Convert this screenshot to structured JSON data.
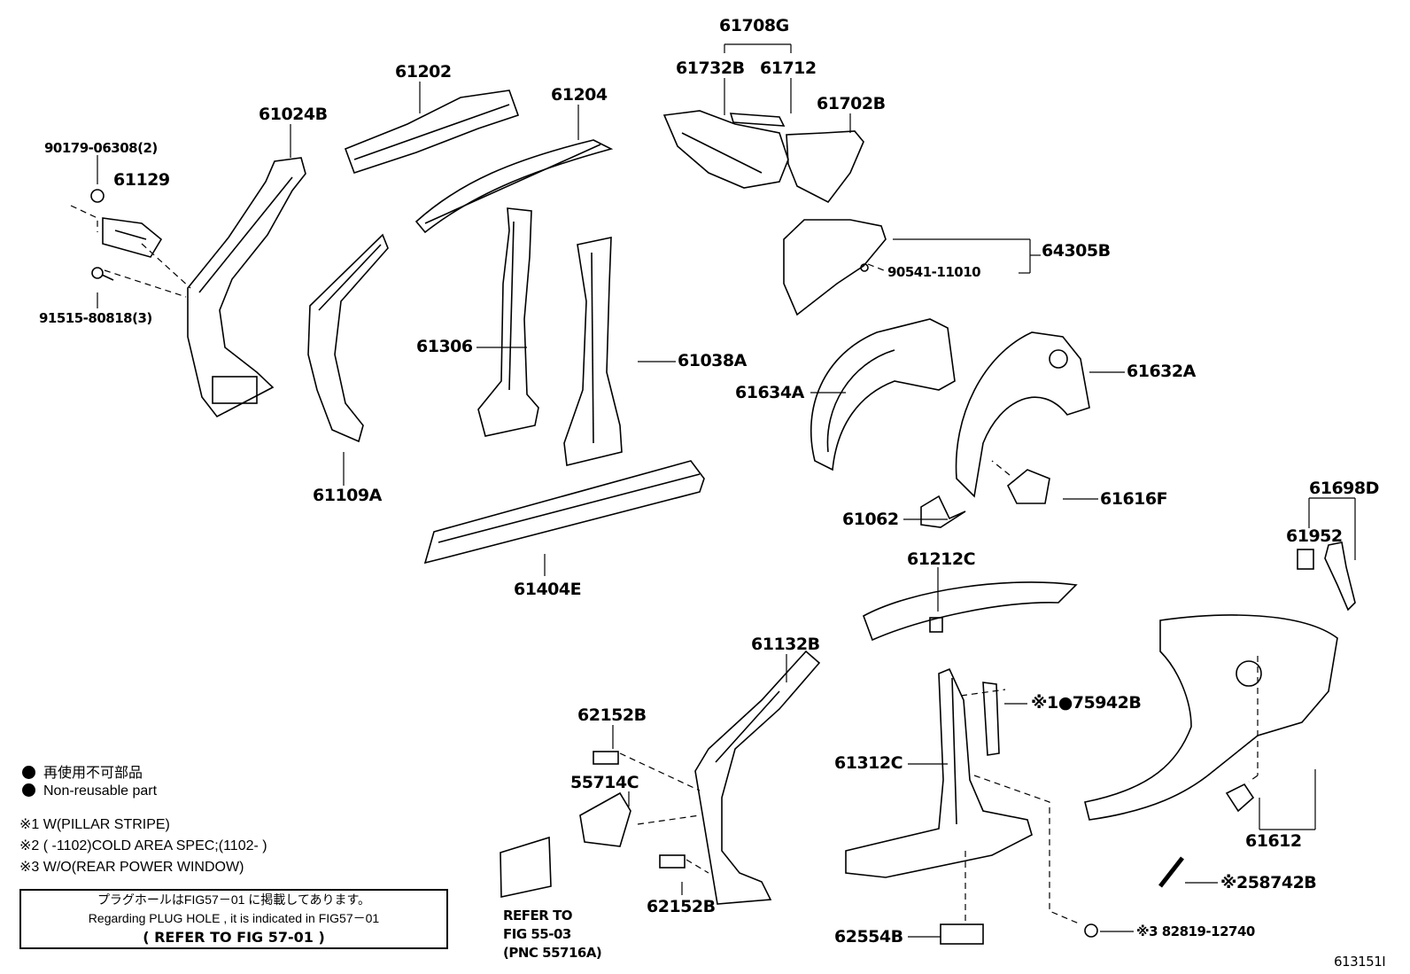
{
  "labels": {
    "p90179": "90179-06308(2)",
    "p61129": "61129",
    "p91515": "91515-80818(3)",
    "p61024B": "61024B",
    "p61202": "61202",
    "p61204": "61204",
    "p61708G": "61708G",
    "p61732B": "61732B",
    "p61712": "61712",
    "p61702B": "61702B",
    "p64305B": "64305B",
    "p90541": "90541-11010",
    "p61306": "61306",
    "p61038A": "61038A",
    "p61109A": "61109A",
    "p61634A": "61634A",
    "p61632A": "61632A",
    "p61616F": "61616F",
    "p61062": "61062",
    "p61404E": "61404E",
    "p61698D": "61698D",
    "p61952": "61952",
    "p61212C": "61212C",
    "p61132B": "61132B",
    "p62152B_a": "62152B",
    "p55714C": "55714C",
    "p62152B_b": "62152B",
    "p75942B": "※1●75942B",
    "p61312C": "61312C",
    "p61612": "61612",
    "p58742B": "※258742B",
    "p62554B": "62554B",
    "p82819": "※3 82819-12740",
    "refer1": "REFER TO",
    "refer2": "FIG 55-03",
    "refer3": "(PNC 55716A)",
    "figno": "613151I"
  },
  "legend": {
    "jp": "再使用不可部品",
    "en": "Non-reusable part",
    "n1": "※1 W(PILLAR STRIPE)",
    "n2": "※2 (      -1102)COLD AREA SPEC;(1102-      )",
    "n3": "※3 W/O(REAR POWER WINDOW)"
  },
  "note": {
    "line1": "プラグホールはFIG57－01 に掲載してあります。",
    "line2": "Regarding  PLUG HOLE , it is indicated in FIG57－01",
    "line3": "(          REFER  TO  FIG  57-01          )"
  }
}
